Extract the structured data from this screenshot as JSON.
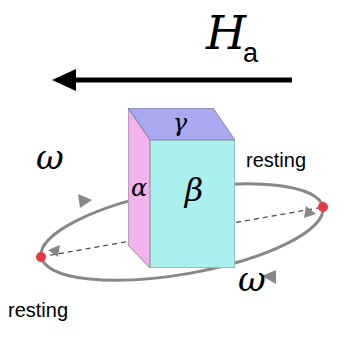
{
  "diagram": {
    "nodes": [
      {
        "text": [
          "γ"
        ]
      },
      {
        "text": [
          "α"
        ]
      },
      {
        "text": [
          "β"
        ]
      }
    ],
    "labels": [
      "H",
      "a",
      "ω",
      "resting",
      "resting",
      "ω"
    ]
  }
}
